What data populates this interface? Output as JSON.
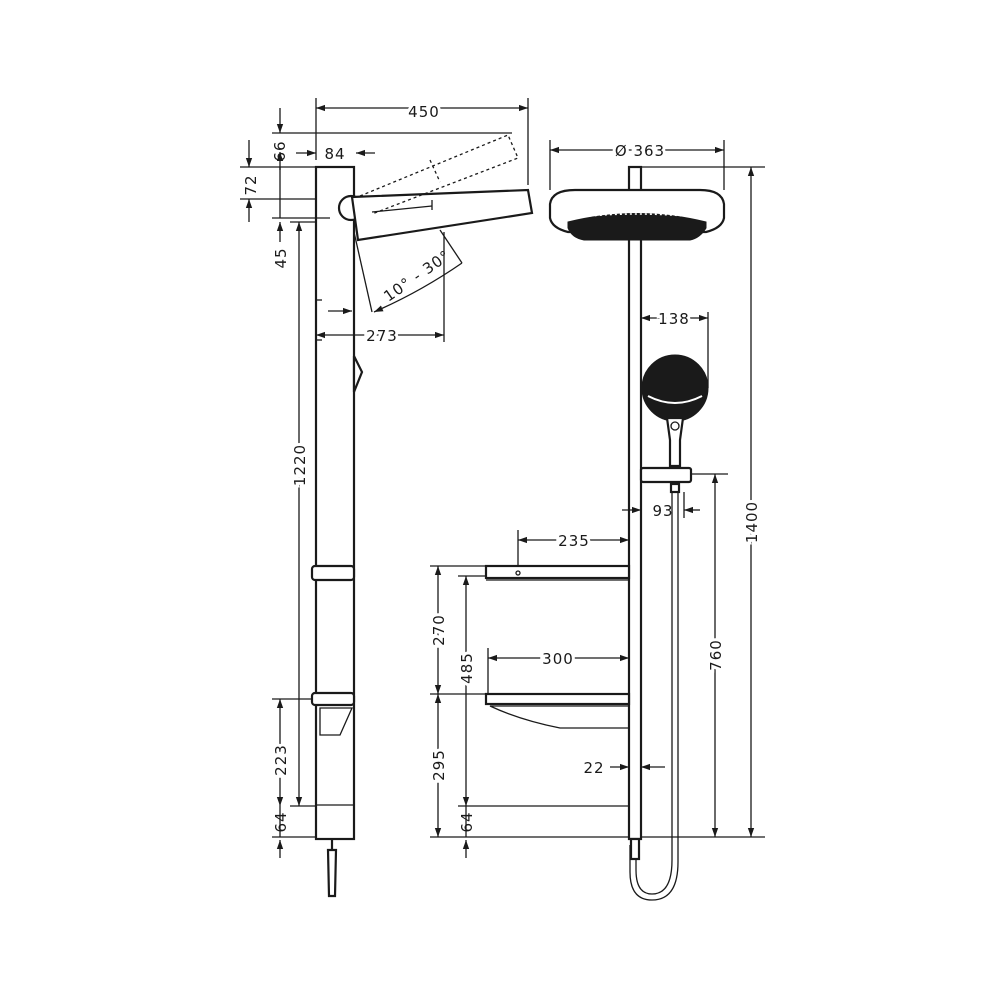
{
  "side_view": {
    "dims": {
      "width_total": "450",
      "top_66": "66",
      "width_84": "84",
      "height_72": "72",
      "height_45": "45",
      "angle": "10° - 30°",
      "reach_273": "273",
      "height_1220": "1220",
      "height_223": "223",
      "height_64": "64"
    }
  },
  "front_view": {
    "dims": {
      "diameter": "Ø 363",
      "hand_138": "138",
      "offset_93": "93",
      "shelf_top_235": "235",
      "shelf_bottom_300": "300",
      "height_270": "270",
      "height_485": "485",
      "height_295": "295",
      "height_64": "64",
      "gap_22": "22",
      "height_760": "760",
      "height_1400": "1400"
    }
  }
}
